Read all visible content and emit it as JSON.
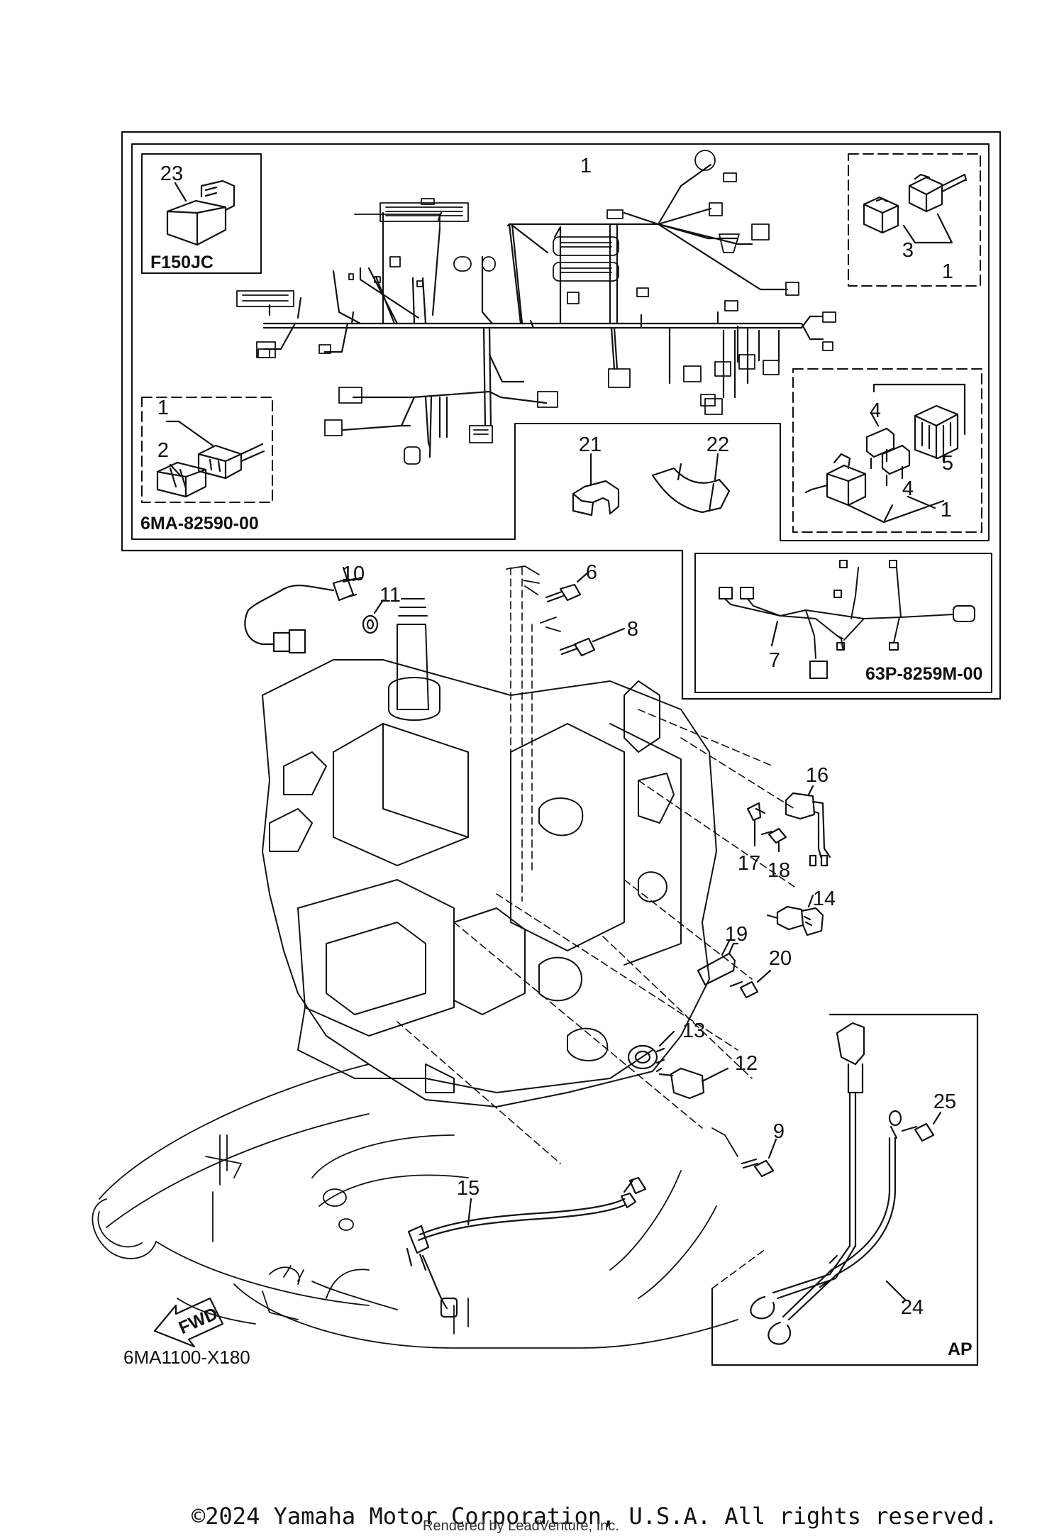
{
  "callouts": {
    "c1": "1",
    "c1b": "1",
    "c1c": "1",
    "c1d": "1",
    "c2": "2",
    "c3": "3",
    "c4a": "4",
    "c4b": "4",
    "c5": "5",
    "c6": "6",
    "c7": "7",
    "c8": "8",
    "c9": "9",
    "c10": "10",
    "c11": "11",
    "c12": "12",
    "c13": "13",
    "c14": "14",
    "c15": "15",
    "c16": "16",
    "c17": "17",
    "c18": "18",
    "c19": "19",
    "c20": "20",
    "c21": "21",
    "c22": "22",
    "c23": "23",
    "c24": "24",
    "c25": "25"
  },
  "boxes": {
    "f150jc": "F150JC",
    "harness_6ma": "6MA-82590-00",
    "harness_63p": "63P-8259M-00",
    "ap": "AP"
  },
  "fwd": "FWD",
  "diagram_code": "6MA1100-X180",
  "footer": {
    "copyright": "©2024 Yamaha Motor Corporation, U.S.A. All rights reserved.",
    "rendered_by": "Rendered by LeadVenture, Inc."
  }
}
